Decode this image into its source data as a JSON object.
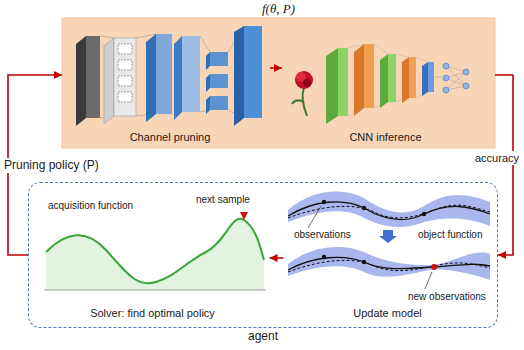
{
  "diagram": {
    "nodes": [
      {
        "text": [
          "f(θ, P)"
        ]
      },
      {
        "text": [
          "Channel pruning"
        ],
        "in": 0
      },
      {
        "text": [
          "CNN inference"
        ],
        "in": 0
      },
      {
        "text": [
          "agent"
        ]
      },
      {
        "text": [
          "Solver: find optimal policy"
        ],
        "in": 3
      },
      {
        "text": [
          "Update model"
        ],
        "in": 3
      }
    ],
    "edges": [
      {
        "from": 1,
        "to": 2,
        "arrow": "to"
      },
      {
        "from": 0,
        "to": 3,
        "label": "accuracy",
        "arrow": "to"
      },
      {
        "from": 3,
        "to": 0,
        "label": "Pruning policy (P)",
        "arrow": "to"
      },
      {
        "from": 5,
        "to": 4,
        "arrow": "to"
      }
    ],
    "labels": [
      "acquisition function",
      "next sample",
      "observations",
      "object function",
      "new observations"
    ]
  }
}
